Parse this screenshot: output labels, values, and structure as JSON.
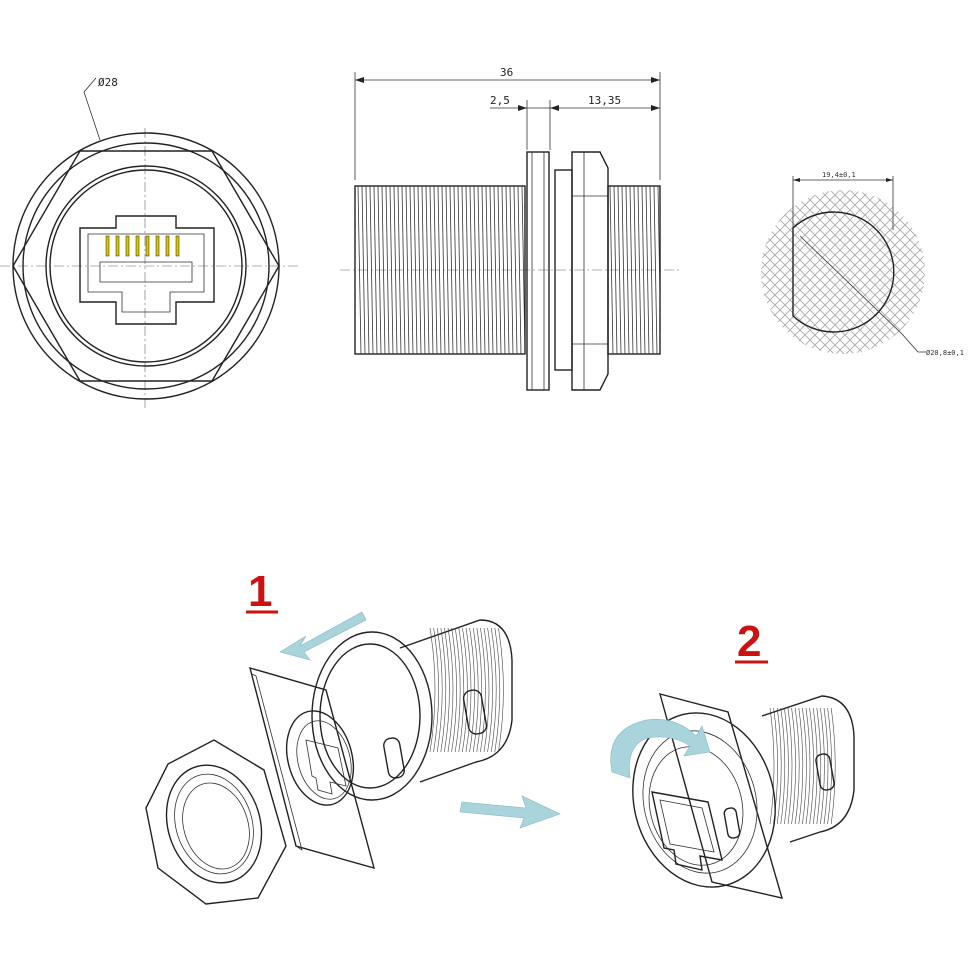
{
  "front_view": {
    "diameter_label": "Ø28"
  },
  "side_view": {
    "length_label": "36",
    "flange_label": "2,5",
    "nut_side_label": "13,35"
  },
  "cutout_view": {
    "flat_width_label": "19,4±0,1",
    "hole_diameter_label": "Ø20,8±0,1"
  },
  "steps": {
    "step1_label": "1",
    "step2_label": "2"
  },
  "colors": {
    "arrow": "#a9d4dc",
    "step_label": "#cc1111",
    "contact_pins": "#d8c800"
  }
}
